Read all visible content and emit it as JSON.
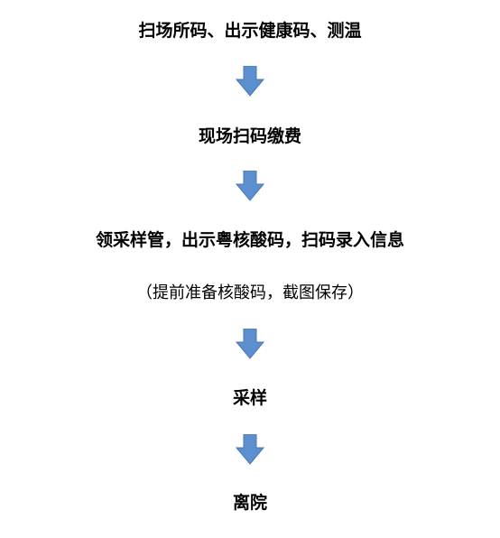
{
  "flow": {
    "steps": [
      "扫场所码、出示健康码、测温",
      "现场扫码缴费",
      "领采样管，出示粤核酸码，扫码录入信息",
      "采样",
      "离院"
    ],
    "note": "（提前准备核酸码，截图保存）"
  },
  "colors": {
    "arrow_fill": "#5b8fcf",
    "arrow_stroke": "#4a79b3",
    "text": "#000000"
  },
  "icons": {
    "arrow": "arrow-down-icon"
  }
}
